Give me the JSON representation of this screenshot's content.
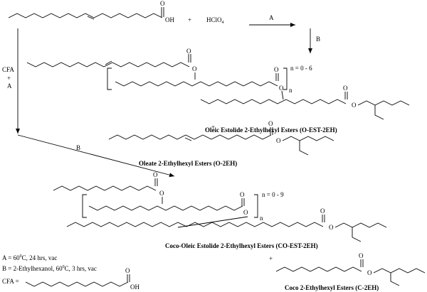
{
  "reaction": {
    "plus": "+",
    "oh": "OH",
    "hclo4_text": "HClO",
    "hclo4_sub": "4",
    "arrow_a": "A",
    "arrow_b": "B",
    "cfa_label": "CFA",
    "cfa_plus": "+",
    "cfa_a": "A"
  },
  "oleic_estolide": {
    "n_range": "n = 0 - 6",
    "n": "n",
    "title": "Oleic Estolide 2-Ethylhexyl Esters (O-EST-2EH)"
  },
  "oleate": {
    "title": "Oleate 2-Ethylhexyl Esters (O-2EH)"
  },
  "coco_oleic_estolide": {
    "n_range": "n = 0 - 9",
    "n": "n",
    "title": "Coco-Oleic Estolide 2-Ethylhexyl Esters (CO-EST-2EH)"
  },
  "coco": {
    "title": "Coco 2-Ethylhexyl Esters (C-2EH)"
  },
  "conditions": {
    "a_prefix": "A = 60",
    "a_deg": "0",
    "a_suffix": "C, 24 hrs, vac",
    "b_prefix": "B = 2-Ethylhexanol, 60",
    "b_deg": "0",
    "b_suffix": "C, 3 hrs, vac",
    "cfa_eq": "CFA ="
  },
  "atoms": {
    "O": "O",
    "OH": "OH"
  }
}
